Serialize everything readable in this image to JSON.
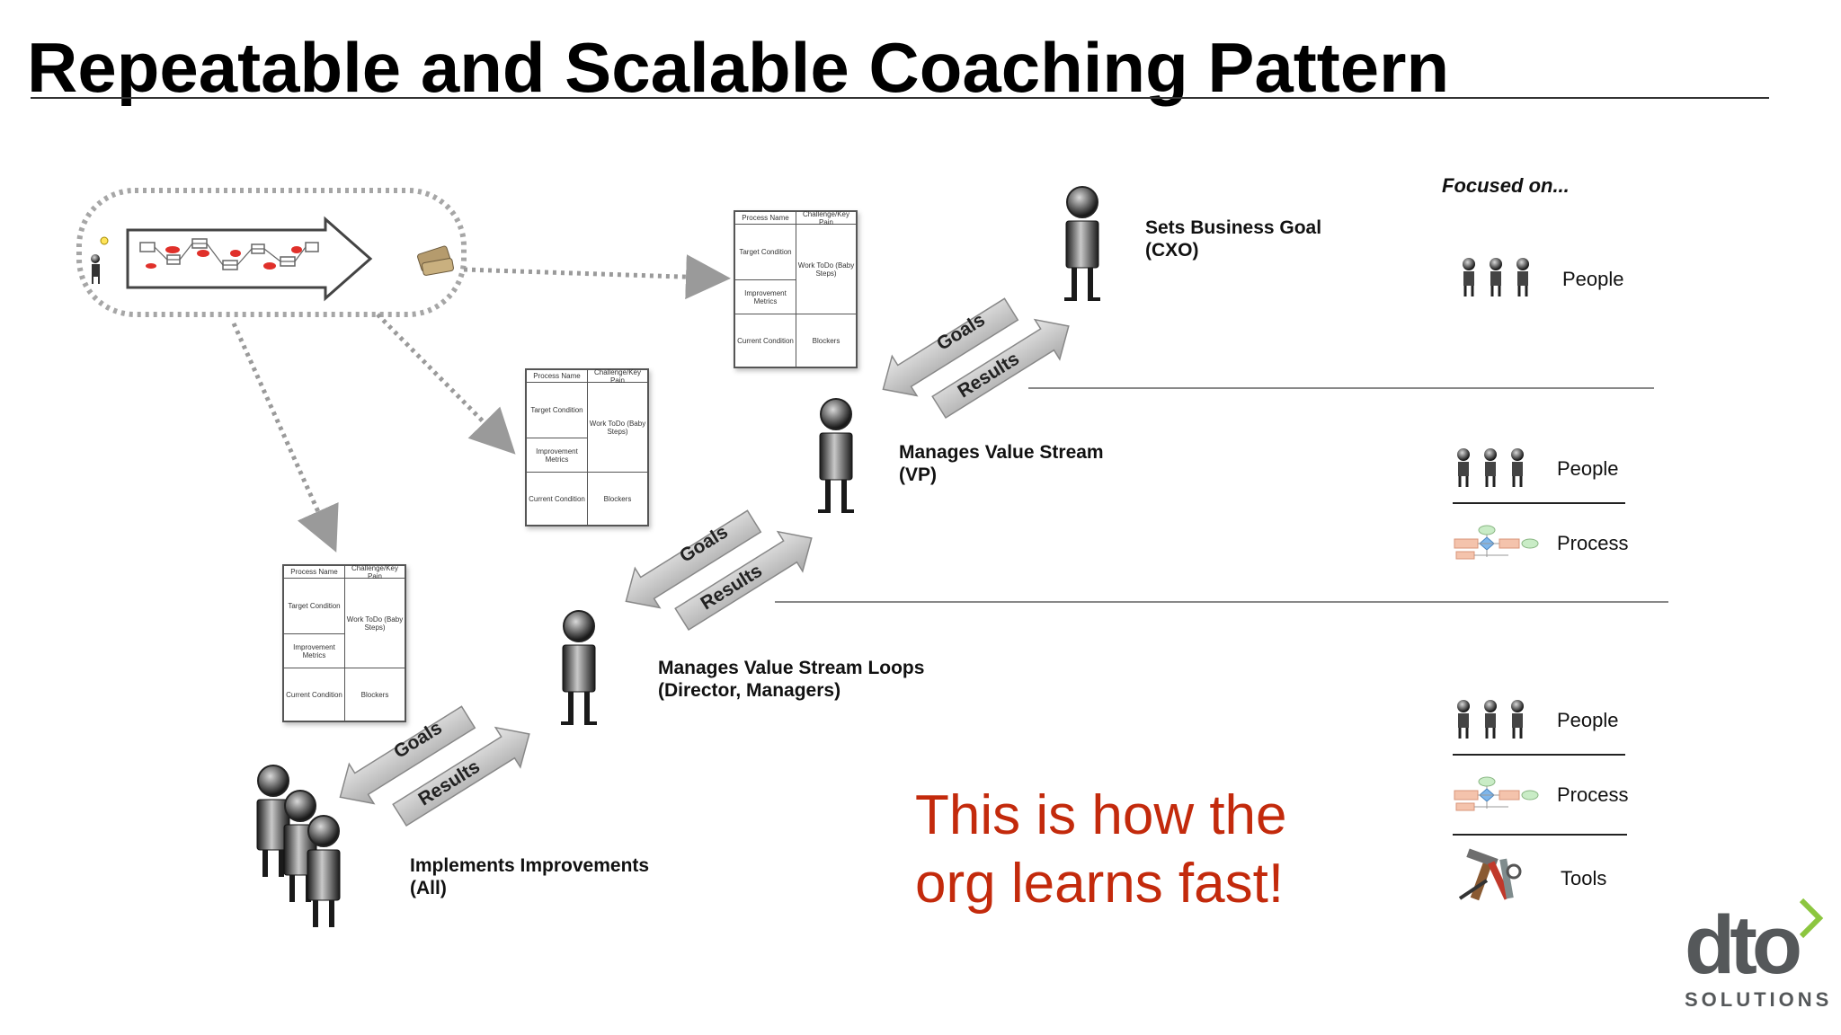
{
  "title": "Repeatable and Scalable Coaching Pattern",
  "focused_on": "Focused on...",
  "roles": [
    {
      "title": "Sets Business Goal",
      "subtitle": "(CXO)"
    },
    {
      "title": "Manages Value Stream",
      "subtitle": "(VP)"
    },
    {
      "title": "Manages Value Stream Loops",
      "subtitle": "(Director, Managers)"
    },
    {
      "title": "Implements Improvements",
      "subtitle": "(All)"
    }
  ],
  "arrows": {
    "goals": "Goals",
    "results": "Results"
  },
  "a3_template": {
    "process_name": "Process Name",
    "challenge": "Challenge/Key Pain",
    "target_condition": "Target Condition",
    "work_todo": "Work ToDo (Baby Steps)",
    "improvement_metrics": "Improvement Metrics",
    "current_condition": "Current Condition",
    "blockers": "Blockers"
  },
  "focus": {
    "top": [
      "People"
    ],
    "middle": [
      "People",
      "Process"
    ],
    "bottom": [
      "People",
      "Process",
      "Tools"
    ]
  },
  "callout": {
    "line1": "This is how the",
    "line2": "org learns fast!"
  },
  "logo": {
    "name": "dto",
    "sub": "SOLUTIONS",
    "accent_color": "#8cc63f",
    "gray": "#55585a"
  },
  "colors": {
    "callout": "#c32a0c"
  }
}
